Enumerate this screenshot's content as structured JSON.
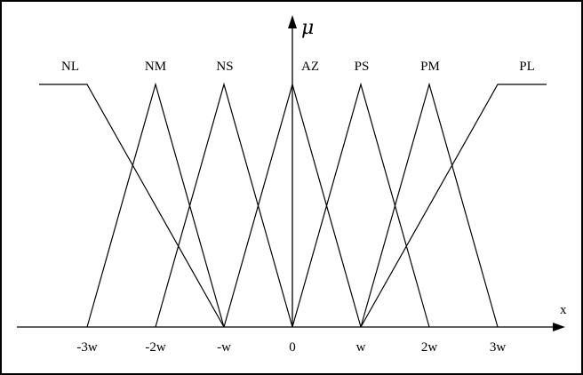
{
  "y_axis_label": "μ",
  "x_axis_label": "x",
  "sets": [
    {
      "name": "NL",
      "points": [
        [
          -4,
          1
        ],
        [
          -3,
          1
        ],
        [
          -1,
          0
        ]
      ]
    },
    {
      "name": "NM",
      "points": [
        [
          -3,
          0
        ],
        [
          -2,
          1
        ],
        [
          -1,
          0
        ]
      ]
    },
    {
      "name": "NS",
      "points": [
        [
          -2,
          0
        ],
        [
          -1,
          1
        ],
        [
          0,
          0
        ]
      ]
    },
    {
      "name": "AZ",
      "points": [
        [
          -1,
          0
        ],
        [
          0,
          1
        ],
        [
          1,
          0
        ]
      ]
    },
    {
      "name": "PS",
      "points": [
        [
          0,
          0
        ],
        [
          1,
          1
        ],
        [
          2,
          0
        ]
      ]
    },
    {
      "name": "PM",
      "points": [
        [
          1,
          0
        ],
        [
          2,
          1
        ],
        [
          3,
          0
        ]
      ]
    },
    {
      "name": "PL",
      "points": [
        [
          1,
          0
        ],
        [
          3,
          1
        ],
        [
          4,
          1
        ]
      ]
    }
  ],
  "ticks": [
    {
      "value": -3,
      "label": "-3w"
    },
    {
      "value": -2,
      "label": "-2w"
    },
    {
      "value": -1,
      "label": "-w"
    },
    {
      "value": 0,
      "label": "0"
    },
    {
      "value": 1,
      "label": "w"
    },
    {
      "value": 2,
      "label": "2w"
    },
    {
      "value": 3,
      "label": "3w"
    }
  ],
  "colors": {
    "line": "#000000",
    "background": "#ffffff"
  }
}
